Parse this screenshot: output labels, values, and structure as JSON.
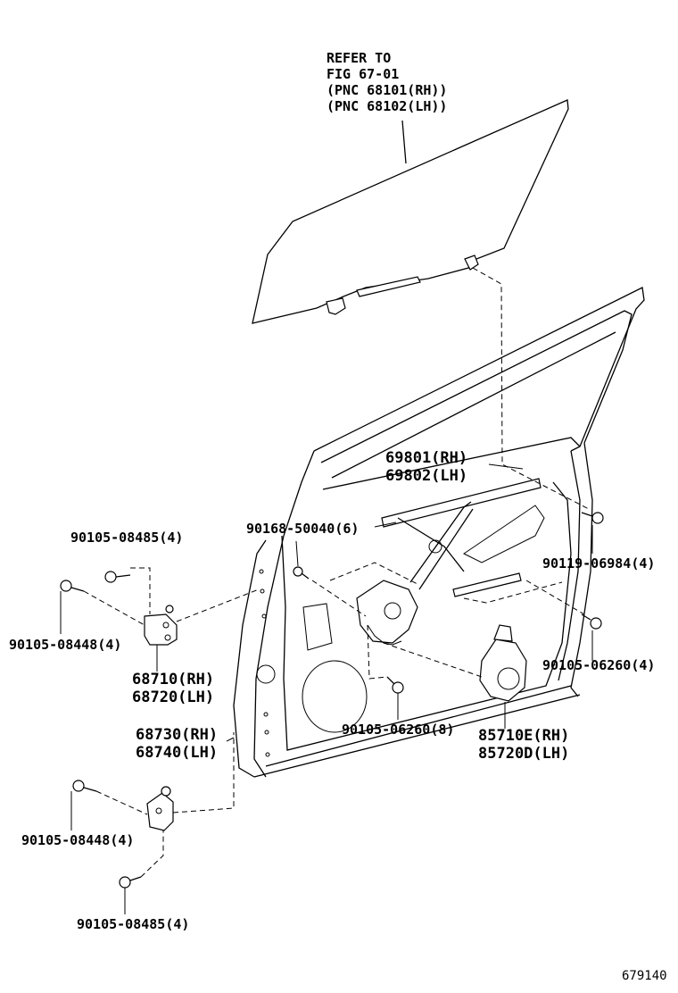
{
  "refer_note": {
    "line1": "REFER TO",
    "line2": "FIG 67-01",
    "line3": "(PNC 68101(RH))",
    "line4": "(PNC 68102(LH))"
  },
  "parts": {
    "regulator_rh": "69801(RH)",
    "regulator_lh": "69802(LH)",
    "bolt_50040": "90168-50040(6)",
    "bolt_06984": "90119-06984(4)",
    "bolt_08485_upper": "90105-08485(4)",
    "bolt_08448_upper": "90105-08448(4)",
    "hinge_upper_rh": "68710(RH)",
    "hinge_upper_lh": "68720(LH)",
    "bolt_06260_4": "90105-06260(4)",
    "bolt_06260_8": "90105-06260(8)",
    "motor_rh": "85710E(RH)",
    "motor_lh": "85720D(LH)",
    "hinge_lower_rh": "68730(RH)",
    "hinge_lower_lh": "68740(LH)",
    "bolt_08448_lower": "90105-08448(4)",
    "bolt_08485_lower": "90105-08485(4)"
  },
  "figure_id": "679140"
}
